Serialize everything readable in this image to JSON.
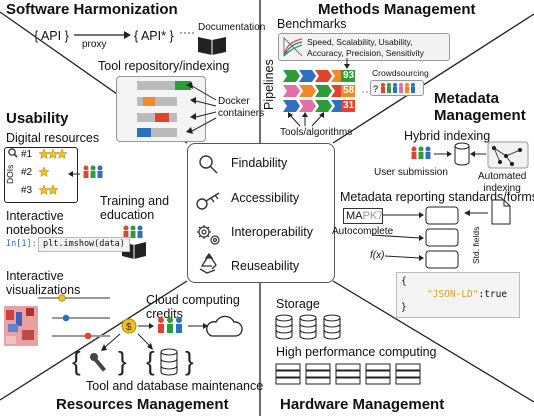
{
  "sections": {
    "software": {
      "title": "Software Harmonization",
      "api_left": "{ API }",
      "proxy": "proxy",
      "api_right": "{ API* }",
      "documentation": "Documentation",
      "tool_repo": "Tool repository/indexing",
      "docker": "Docker\ncontainers"
    },
    "methods": {
      "title": "Methods Management",
      "benchmarks": "Benchmarks",
      "bench_metrics_line1": "Speed, Scalability, Usability,",
      "bench_metrics_line2": "Accuracy, Precision, Sensitivity",
      "pipelines": "Pipelines",
      "tools_algorithms": "Tools/algorithms",
      "crowdsourcing": "Crowdsourcing",
      "scores": [
        "93",
        "58",
        "31"
      ]
    },
    "usability": {
      "title": "Usability",
      "digital_resources": "Digital resources",
      "dois": "DOIs",
      "ranks": [
        "#1",
        "#2",
        "#3"
      ],
      "training": "Training and\neducation",
      "notebooks": "Interactive\nnotebooks",
      "code_prompt": "In[1]:",
      "code": "plt.imshow(data)",
      "visualizations": "Interactive\nvisualizations"
    },
    "metadata": {
      "title": "Metadata\nManagement",
      "hybrid_indexing": "Hybrid indexing",
      "user_submission": "User submission",
      "automated_indexing": "Automated\nindexing",
      "reporting": "Metadata reporting standards/forms",
      "autocomplete_typed": "MA",
      "autocomplete_hint": "PK7",
      "autocomplete": "Autocomplete",
      "std_fields": "Std. fields",
      "fx": "f(x)",
      "json_open": "{",
      "json_key": "\"JSON-LD\"",
      "json_value": ":true",
      "json_close": "}"
    },
    "center": {
      "items": [
        {
          "label": "Findability",
          "icon": "magnifier-icon"
        },
        {
          "label": "Accessibility",
          "icon": "key-icon"
        },
        {
          "label": "Interoperability",
          "icon": "gears-icon"
        },
        {
          "label": "Reuseability",
          "icon": "recycle-icon"
        }
      ]
    },
    "resources": {
      "title": "Resources Management",
      "cloud_credits": "Cloud computing\ncredits",
      "maintenance": "Tool and database maintenance"
    },
    "hardware": {
      "title": "Hardware Management",
      "storage": "Storage",
      "hpc": "High performance computing"
    }
  },
  "colors": {
    "green": "#2e9c3a",
    "orange": "#f08a24",
    "red": "#e0442c",
    "blue": "#2e6fc0",
    "pink": "#e46fa8",
    "star": "#f2c21a",
    "json_key": "#d9a21c"
  }
}
